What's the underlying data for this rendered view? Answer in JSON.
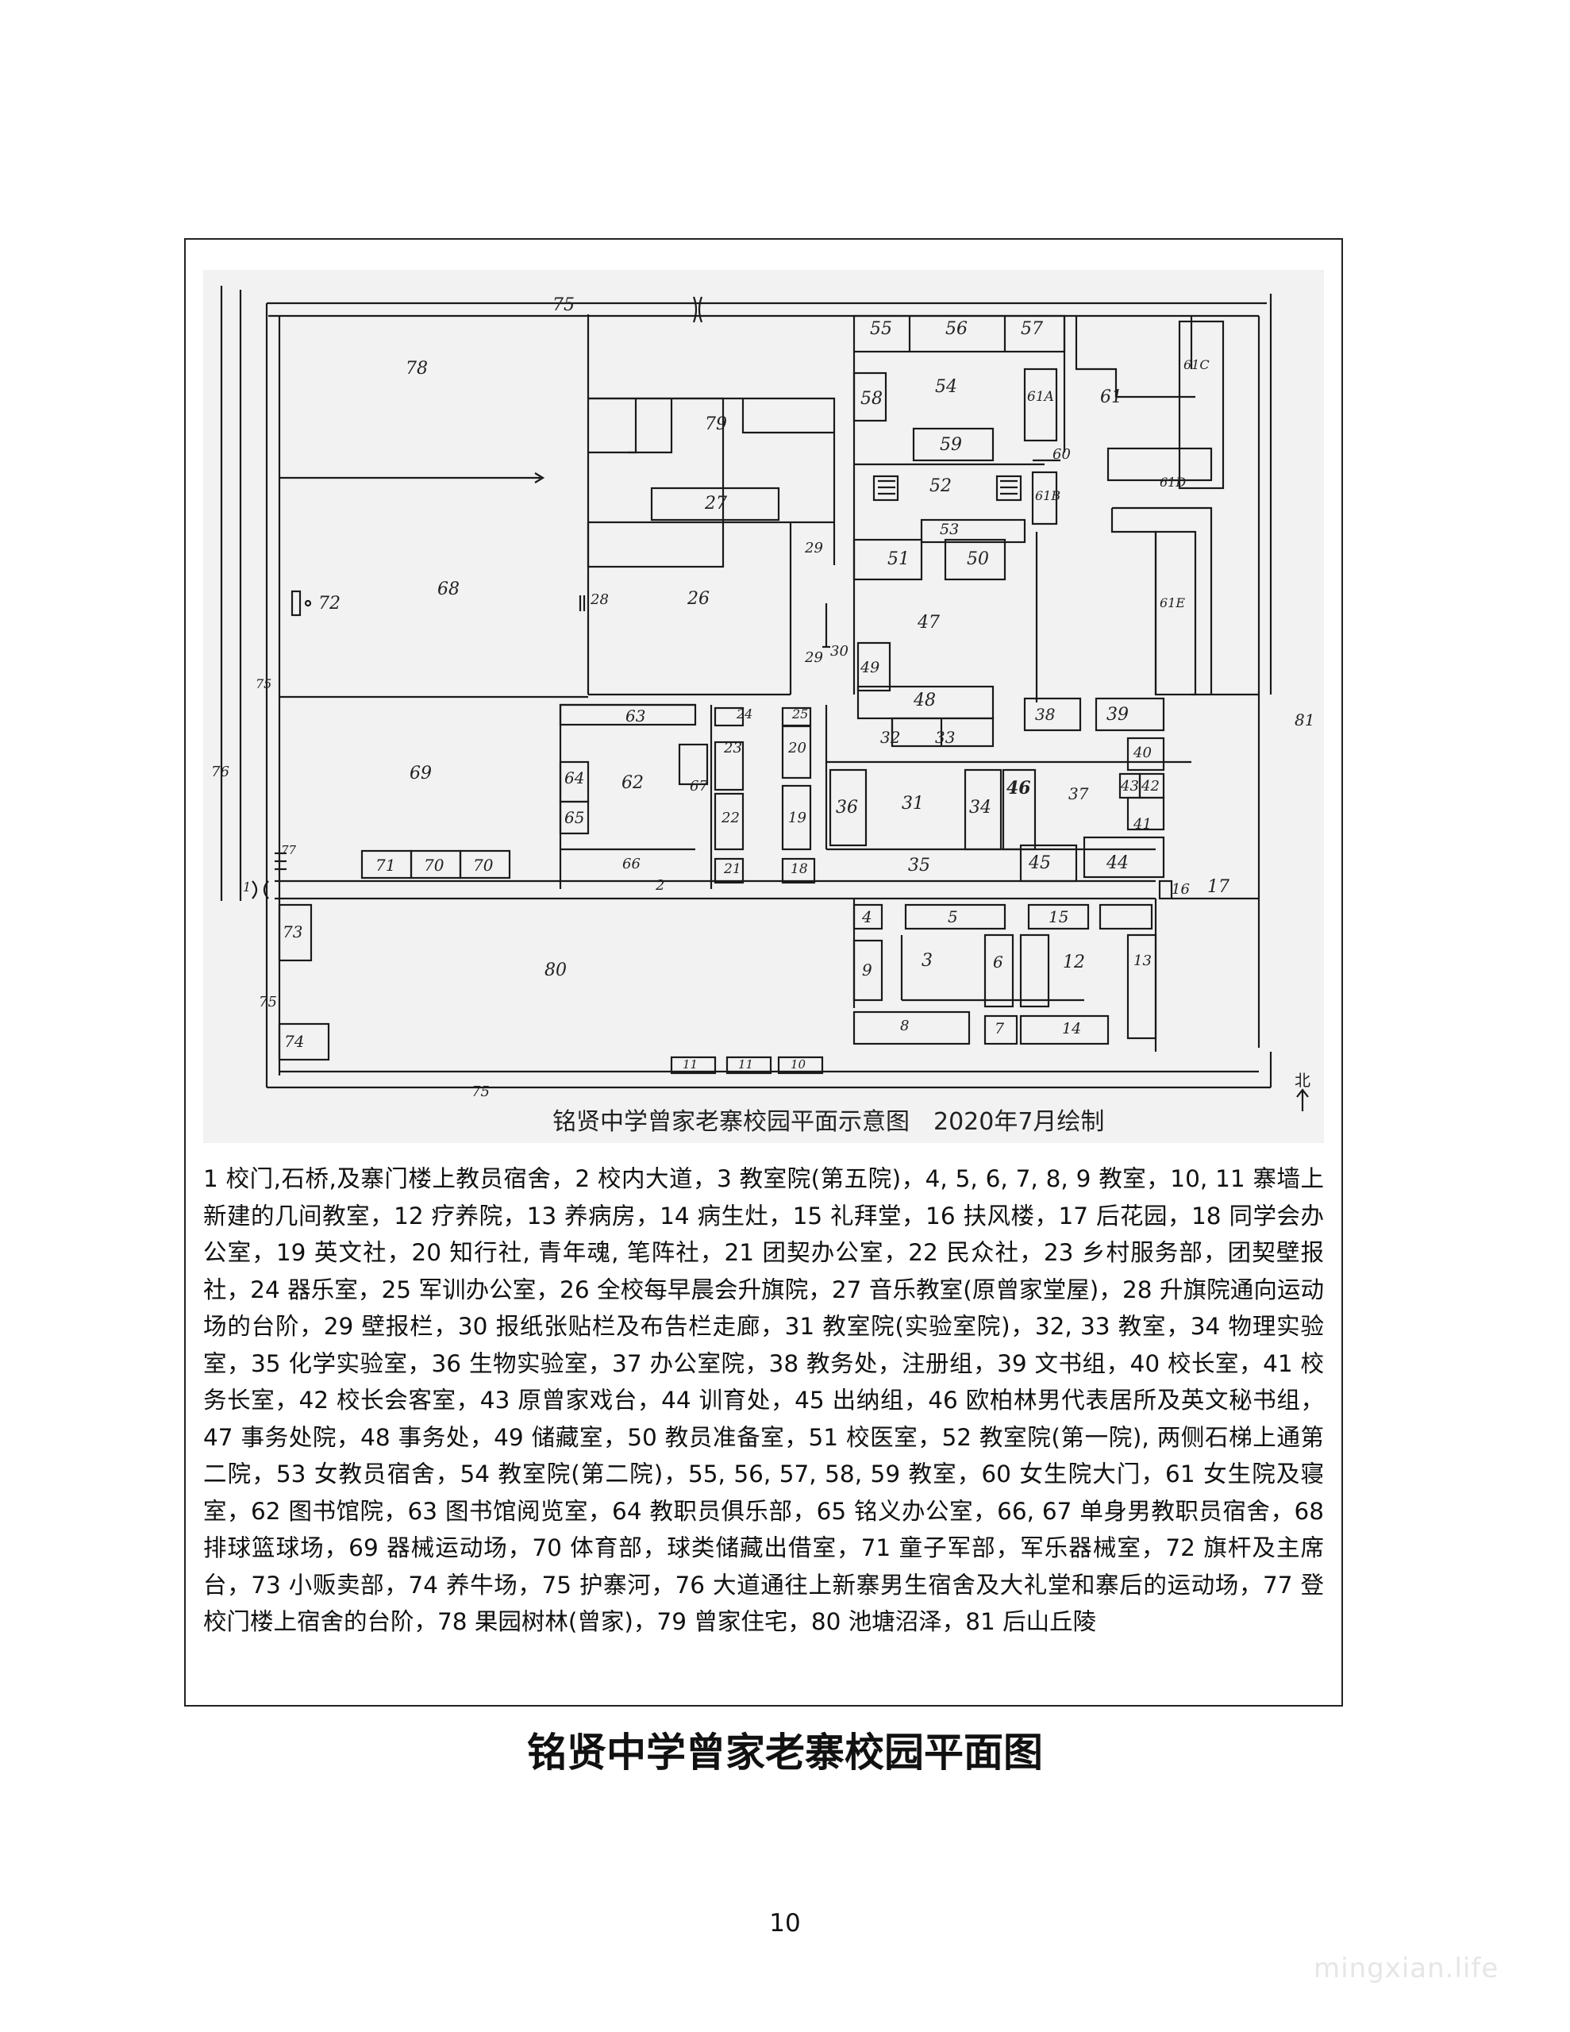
{
  "map": {
    "caption": "铭贤中学曾家老寨校园平面示意图　2020年7月绘制",
    "north_marker": "北",
    "labels": {
      "1": "1",
      "2": "2",
      "3": "3",
      "4": "4",
      "5": "5",
      "6": "6",
      "7": "7",
      "8": "8",
      "9": "9",
      "10": "10",
      "11": "11",
      "12": "12",
      "13": "13",
      "14": "14",
      "15": "15",
      "16": "16",
      "17": "17",
      "18": "18",
      "19": "19",
      "20": "20",
      "21": "21",
      "22": "22",
      "23": "23",
      "24": "24",
      "25": "25",
      "26": "26",
      "27": "27",
      "28": "28",
      "29": "29",
      "30": "30",
      "31": "31",
      "32": "32",
      "33": "33",
      "34": "34",
      "35": "35",
      "36": "36",
      "37": "37",
      "38": "38",
      "39": "39",
      "40": "40",
      "41": "41",
      "42": "42",
      "43": "43",
      "44": "44",
      "45": "45",
      "46": "46",
      "47": "47",
      "48": "48",
      "49": "49",
      "50": "50",
      "51": "51",
      "52": "52",
      "53": "53",
      "54": "54",
      "55": "55",
      "56": "56",
      "57": "57",
      "58": "58",
      "59": "59",
      "60": "60",
      "61": "61",
      "61A": "61A",
      "61B": "61B",
      "61C": "61C",
      "61D": "61D",
      "61E": "61E",
      "62": "62",
      "63": "63",
      "64": "64",
      "65": "65",
      "66": "66",
      "67": "67",
      "68": "68",
      "69": "69",
      "70": "70",
      "71": "71",
      "72": "72",
      "73": "73",
      "74": "74",
      "75": "75",
      "76": "76",
      "77": "77",
      "78": "78",
      "79": "79",
      "80": "80",
      "81": "81"
    }
  },
  "legend": "1 校门,石桥,及寨门楼上教员宿舍，2 校内大道，3 教室院(第五院)，4, 5, 6, 7, 8, 9 教室，10, 11 寨墙上新建的几间教室，12 疗养院，13 养病房，14 病生灶，15 礼拜堂，16 扶风楼，17 后花园，18 同学会办公室，19 英文社，20 知行社, 青年魂, 笔阵社，21 团契办公室，22 民众社，23 乡村服务部，团契壁报社，24 器乐室，25 军训办公室，26 全校每早晨会升旗院，27 音乐教室(原曾家堂屋)，28 升旗院通向运动场的台阶，29 壁报栏，30 报纸张贴栏及布告栏走廊，31 教室院(实验室院)，32, 33 教室，34 物理实验室，35 化学实验室，36 生物实验室，37 办公室院，38 教务处，注册组，39 文书组，40 校长室，41 校务长室，42 校长会客室，43 原曾家戏台，44 训育处，45 出纳组，46 欧柏林男代表居所及英文秘书组，47 事务处院，48 事务处，49 储藏室，50 教员准备室，51 校医室，52 教室院(第一院), 两侧石梯上通第二院，53 女教员宿舍，54 教室院(第二院)，55, 56, 57, 58, 59 教室，60 女生院大门，61 女生院及寝室，62 图书馆院，63 图书馆阅览室，64 教职员俱乐部，65 铭义办公室，66, 67 单身男教职员宿舍，68 排球篮球场，69 器械运动场，70 体育部，球类储藏出借室，71 童子军部，军乐器械室，72 旗杆及主席台，73 小贩卖部，74 养牛场，75 护寨河，76 大道通往上新寨男生宿舍及大礼堂和寨后的运动场，77 登校门楼上宿舍的台阶，78 果园树林(曾家)，79 曾家住宅，80 池塘沼泽，81 后山丘陵",
  "title": "铭贤中学曾家老寨校园平面图",
  "page_number": "10",
  "watermark": "mingxian.life"
}
